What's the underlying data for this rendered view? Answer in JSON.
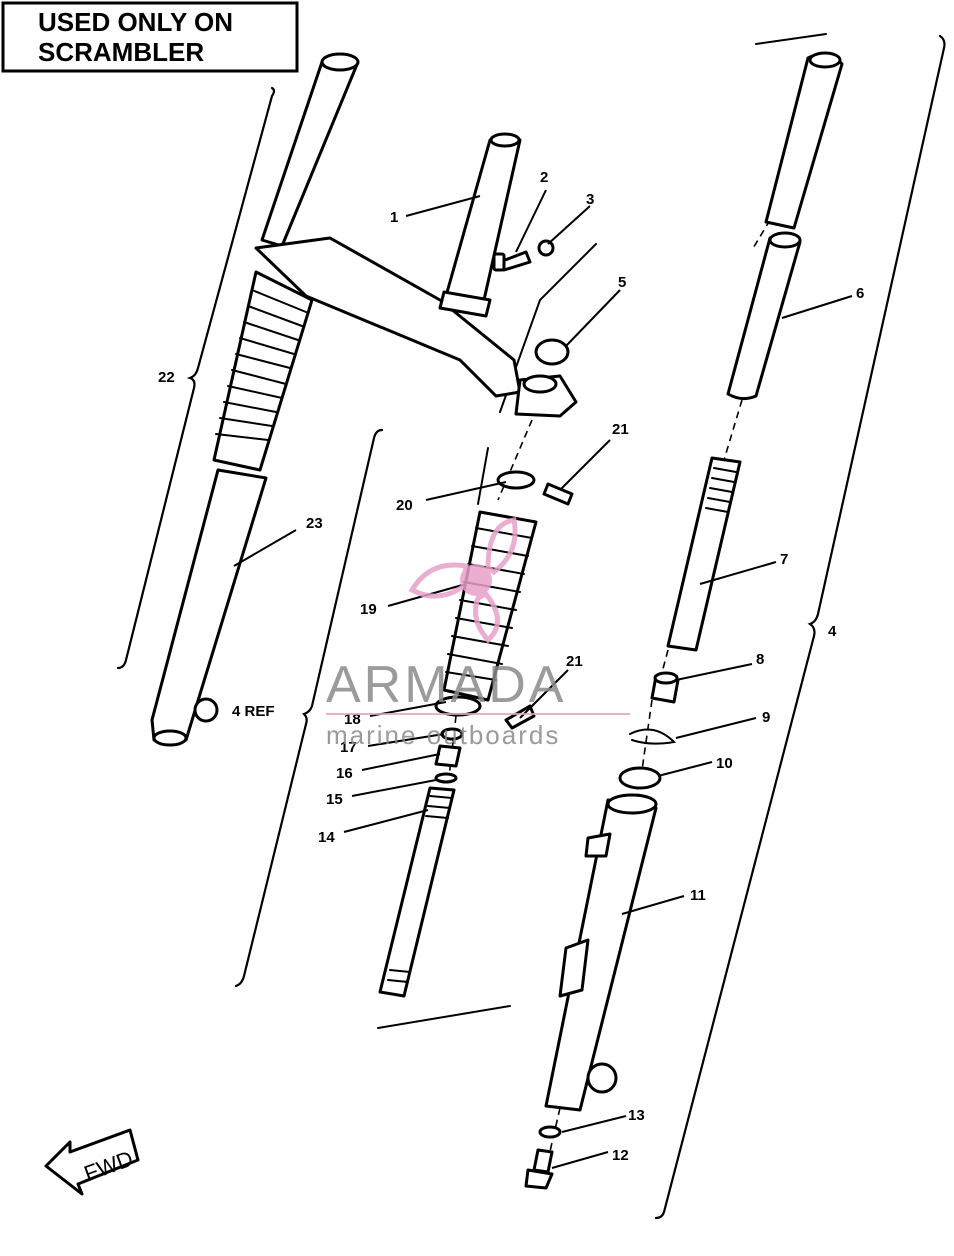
{
  "note": {
    "line1": "USED ONLY ON",
    "line2": "SCRAMBLER"
  },
  "fwd_label": "FWD",
  "callouts": [
    {
      "id": "1",
      "text": "1"
    },
    {
      "id": "2",
      "text": "2"
    },
    {
      "id": "3",
      "text": "3"
    },
    {
      "id": "4",
      "text": "4"
    },
    {
      "id": "4ref",
      "text": "4 REF"
    },
    {
      "id": "5",
      "text": "5"
    },
    {
      "id": "6",
      "text": "6"
    },
    {
      "id": "7",
      "text": "7"
    },
    {
      "id": "8",
      "text": "8"
    },
    {
      "id": "9",
      "text": "9"
    },
    {
      "id": "10",
      "text": "10"
    },
    {
      "id": "11",
      "text": "11"
    },
    {
      "id": "12",
      "text": "12"
    },
    {
      "id": "13",
      "text": "13"
    },
    {
      "id": "14",
      "text": "14"
    },
    {
      "id": "15",
      "text": "15"
    },
    {
      "id": "16",
      "text": "16"
    },
    {
      "id": "17",
      "text": "17"
    },
    {
      "id": "18",
      "text": "18"
    },
    {
      "id": "19",
      "text": "19"
    },
    {
      "id": "20",
      "text": "20"
    },
    {
      "id": "21a",
      "text": "21"
    },
    {
      "id": "21b",
      "text": "21"
    },
    {
      "id": "22",
      "text": "22"
    },
    {
      "id": "23",
      "text": "23"
    }
  ],
  "watermark": {
    "brand": "ARMADA",
    "tagline": "marine outboards",
    "colors": {
      "gray": "#8a8a8a",
      "pink": "#e8a0c8"
    }
  },
  "colors": {
    "ink": "#000000",
    "paper": "#ffffff"
  }
}
